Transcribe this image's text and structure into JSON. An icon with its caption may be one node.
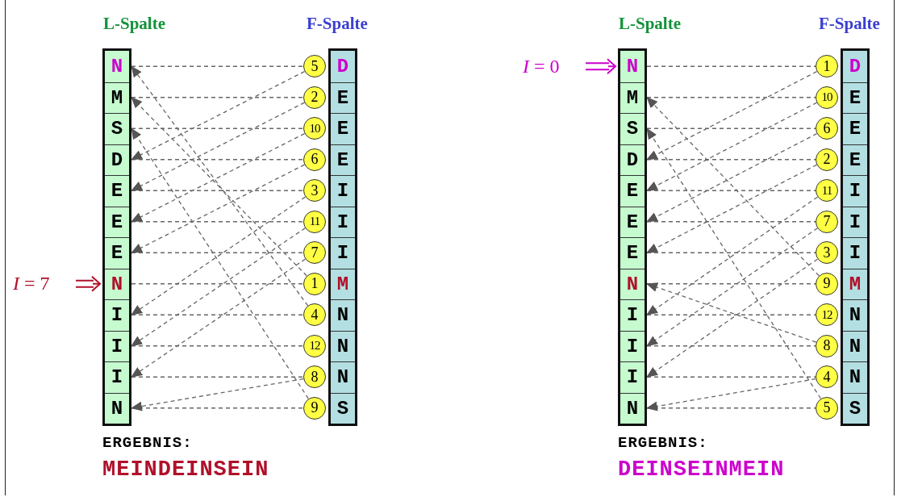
{
  "diagram": {
    "nodes": [
      {
        "text": [
          "*I* = 7"
        ]
      },
      {
        "text": [
          "L-Spalte"
        ]
      },
      {
        "text": [
          "N"
        ],
        "in": 1
      },
      {
        "text": [
          "M"
        ],
        "in": 1
      },
      {
        "text": [
          "S"
        ],
        "in": 1
      },
      {
        "text": [
          "D"
        ],
        "in": 1
      },
      {
        "text": [
          "E"
        ],
        "in": 1
      },
      {
        "text": [
          "E"
        ],
        "in": 1
      },
      {
        "text": [
          "E"
        ],
        "in": 1
      },
      {
        "text": [
          "N"
        ],
        "in": 1
      },
      {
        "text": [
          "I"
        ],
        "in": 1
      },
      {
        "text": [
          "I"
        ],
        "in": 1
      },
      {
        "text": [
          "I"
        ],
        "in": 1
      },
      {
        "text": [
          "N"
        ],
        "in": 1
      },
      {
        "text": [
          "5"
        ]
      },
      {
        "text": [
          "2"
        ]
      },
      {
        "text": [
          "10"
        ]
      },
      {
        "text": [
          "6"
        ]
      },
      {
        "text": [
          "3"
        ]
      },
      {
        "text": [
          "11"
        ]
      },
      {
        "text": [
          "7"
        ]
      },
      {
        "text": [
          "1"
        ]
      },
      {
        "text": [
          "4"
        ]
      },
      {
        "text": [
          "12"
        ]
      },
      {
        "text": [
          "8"
        ]
      },
      {
        "text": [
          "9"
        ]
      },
      {
        "text": [
          "F-Spalte"
        ]
      },
      {
        "text": [
          "D"
        ],
        "in": 26
      },
      {
        "text": [
          "E"
        ],
        "in": 26
      },
      {
        "text": [
          "E"
        ],
        "in": 26
      },
      {
        "text": [
          "E"
        ],
        "in": 26
      },
      {
        "text": [
          "I"
        ],
        "in": 26
      },
      {
        "text": [
          "I"
        ],
        "in": 26
      },
      {
        "text": [
          "I"
        ],
        "in": 26
      },
      {
        "text": [
          "M"
        ],
        "in": 26
      },
      {
        "text": [
          "N"
        ],
        "in": 26
      },
      {
        "text": [
          "N"
        ],
        "in": 26
      },
      {
        "text": [
          "N"
        ],
        "in": 26
      },
      {
        "text": [
          "S"
        ],
        "in": 26
      },
      {
        "text": [
          "*I* = 0"
        ]
      },
      {
        "text": [
          "L-Spalte"
        ]
      },
      {
        "text": [
          "N"
        ],
        "in": 40
      },
      {
        "text": [
          "M"
        ],
        "in": 40
      },
      {
        "text": [
          "S"
        ],
        "in": 40
      },
      {
        "text": [
          "D"
        ],
        "in": 40
      },
      {
        "text": [
          "E"
        ],
        "in": 40
      },
      {
        "text": [
          "E"
        ],
        "in": 40
      },
      {
        "text": [
          "E"
        ],
        "in": 40
      },
      {
        "text": [
          "N"
        ],
        "in": 40
      },
      {
        "text": [
          "I"
        ],
        "in": 40
      },
      {
        "text": [
          "I"
        ],
        "in": 40
      },
      {
        "text": [
          "I"
        ],
        "in": 40
      },
      {
        "text": [
          "N"
        ],
        "in": 40
      },
      {
        "text": [
          "1"
        ]
      },
      {
        "text": [
          "10"
        ]
      },
      {
        "text": [
          "6"
        ]
      },
      {
        "text": [
          "2"
        ]
      },
      {
        "text": [
          "11"
        ]
      },
      {
        "text": [
          "7"
        ]
      },
      {
        "text": [
          "3"
        ]
      },
      {
        "text": [
          "9"
        ]
      },
      {
        "text": [
          "12"
        ]
      },
      {
        "text": [
          "8"
        ]
      },
      {
        "text": [
          "4"
        ]
      },
      {
        "text": [
          "5"
        ]
      },
      {
        "text": [
          "F-Spalte"
        ]
      },
      {
        "text": [
          "D"
        ],
        "in": 65
      },
      {
        "text": [
          "E"
        ],
        "in": 65
      },
      {
        "text": [
          "E"
        ],
        "in": 65
      },
      {
        "text": [
          "E"
        ],
        "in": 65
      },
      {
        "text": [
          "I"
        ],
        "in": 65
      },
      {
        "text": [
          "I"
        ],
        "in": 65
      },
      {
        "text": [
          "I"
        ],
        "in": 65
      },
      {
        "text": [
          "M"
        ],
        "in": 65
      },
      {
        "text": [
          "N"
        ],
        "in": 65
      },
      {
        "text": [
          "N"
        ],
        "in": 65
      },
      {
        "text": [
          "N"
        ],
        "in": 65
      },
      {
        "text": [
          "S"
        ],
        "in": 65
      }
    ],
    "edges": [
      {
        "from": 0,
        "to": 9,
        "arrow": "to",
        "color": "#b0102a"
      },
      {
        "from": 2,
        "to": 14,
        "arrow": "none",
        "style": "dashed"
      },
      {
        "from": 3,
        "to": 15,
        "arrow": "none",
        "style": "dashed"
      },
      {
        "from": 4,
        "to": 16,
        "arrow": "none",
        "style": "dashed"
      },
      {
        "from": 5,
        "to": 17,
        "arrow": "none",
        "style": "dashed"
      },
      {
        "from": 6,
        "to": 18,
        "arrow": "none",
        "style": "dashed"
      },
      {
        "from": 7,
        "to": 19,
        "arrow": "none",
        "style": "dashed"
      },
      {
        "from": 8,
        "to": 20,
        "arrow": "none",
        "style": "dashed"
      },
      {
        "from": 9,
        "to": 21,
        "arrow": "none",
        "style": "dashed"
      },
      {
        "from": 10,
        "to": 22,
        "arrow": "none",
        "style": "dashed"
      },
      {
        "from": 11,
        "to": 23,
        "arrow": "none",
        "style": "dashed"
      },
      {
        "from": 12,
        "to": 24,
        "arrow": "none",
        "style": "dashed"
      },
      {
        "from": 13,
        "to": 25,
        "arrow": "none",
        "style": "dashed"
      },
      {
        "from": 14,
        "to": 5,
        "arrow": "to",
        "style": "dashed"
      },
      {
        "from": 15,
        "to": 6,
        "arrow": "to",
        "style": "dashed"
      },
      {
        "from": 16,
        "to": 7,
        "arrow": "to",
        "style": "dashed"
      },
      {
        "from": 17,
        "to": 8,
        "arrow": "to",
        "style": "dashed"
      },
      {
        "from": 18,
        "to": 10,
        "arrow": "to",
        "style": "dashed"
      },
      {
        "from": 19,
        "to": 11,
        "arrow": "to",
        "style": "dashed"
      },
      {
        "from": 20,
        "to": 12,
        "arrow": "to",
        "style": "dashed"
      },
      {
        "from": 21,
        "to": 3,
        "arrow": "to",
        "style": "dashed"
      },
      {
        "from": 22,
        "to": 2,
        "arrow": "to",
        "style": "dashed"
      },
      {
        "from": 24,
        "to": 13,
        "arrow": "to",
        "style": "dashed"
      },
      {
        "from": 25,
        "to": 4,
        "arrow": "to",
        "style": "dashed"
      },
      {
        "from": 39,
        "to": 41,
        "arrow": "to",
        "color": "#cc00cc"
      },
      {
        "from": 41,
        "to": 53,
        "arrow": "none",
        "style": "dashed"
      },
      {
        "from": 42,
        "to": 54,
        "arrow": "none",
        "style": "dashed"
      },
      {
        "from": 43,
        "to": 55,
        "arrow": "none",
        "style": "dashed"
      },
      {
        "from": 44,
        "to": 56,
        "arrow": "none",
        "style": "dashed"
      },
      {
        "from": 45,
        "to": 57,
        "arrow": "none",
        "style": "dashed"
      },
      {
        "from": 46,
        "to": 58,
        "arrow": "none",
        "style": "dashed"
      },
      {
        "from": 47,
        "to": 59,
        "arrow": "none",
        "style": "dashed"
      },
      {
        "from": 48,
        "to": 60,
        "arrow": "none",
        "style": "dashed"
      },
      {
        "from": 49,
        "to": 61,
        "arrow": "none",
        "style": "dashed"
      },
      {
        "from": 50,
        "to": 62,
        "arrow": "none",
        "style": "dashed"
      },
      {
        "from": 51,
        "to": 63,
        "arrow": "none",
        "style": "dashed"
      },
      {
        "from": 52,
        "to": 64,
        "arrow": "none",
        "style": "dashed"
      },
      {
        "from": 53,
        "to": 44,
        "arrow": "to",
        "style": "dashed"
      },
      {
        "from": 54,
        "to": 45,
        "arrow": "to",
        "style": "dashed"
      },
      {
        "from": 55,
        "to": 46,
        "arrow": "to",
        "style": "dashed"
      },
      {
        "from": 56,
        "to": 47,
        "arrow": "to",
        "style": "dashed"
      },
      {
        "from": 57,
        "to": 49,
        "arrow": "to",
        "style": "dashed"
      },
      {
        "from": 58,
        "to": 50,
        "arrow": "to",
        "style": "dashed"
      },
      {
        "from": 59,
        "to": 51,
        "arrow": "to",
        "style": "dashed"
      },
      {
        "from": 60,
        "to": 42,
        "arrow": "to",
        "style": "dashed"
      },
      {
        "from": 62,
        "to": 48,
        "arrow": "to",
        "style": "dashed"
      },
      {
        "from": 63,
        "to": 52,
        "arrow": "to",
        "style": "dashed"
      },
      {
        "from": 64,
        "to": 43,
        "arrow": "to",
        "style": "dashed"
      }
    ],
    "labels": [
      "ERGEBNIS:",
      "MEINDEINSEIN",
      "ERGEBNIS:",
      "DEINSEINMEIN"
    ]
  }
}
